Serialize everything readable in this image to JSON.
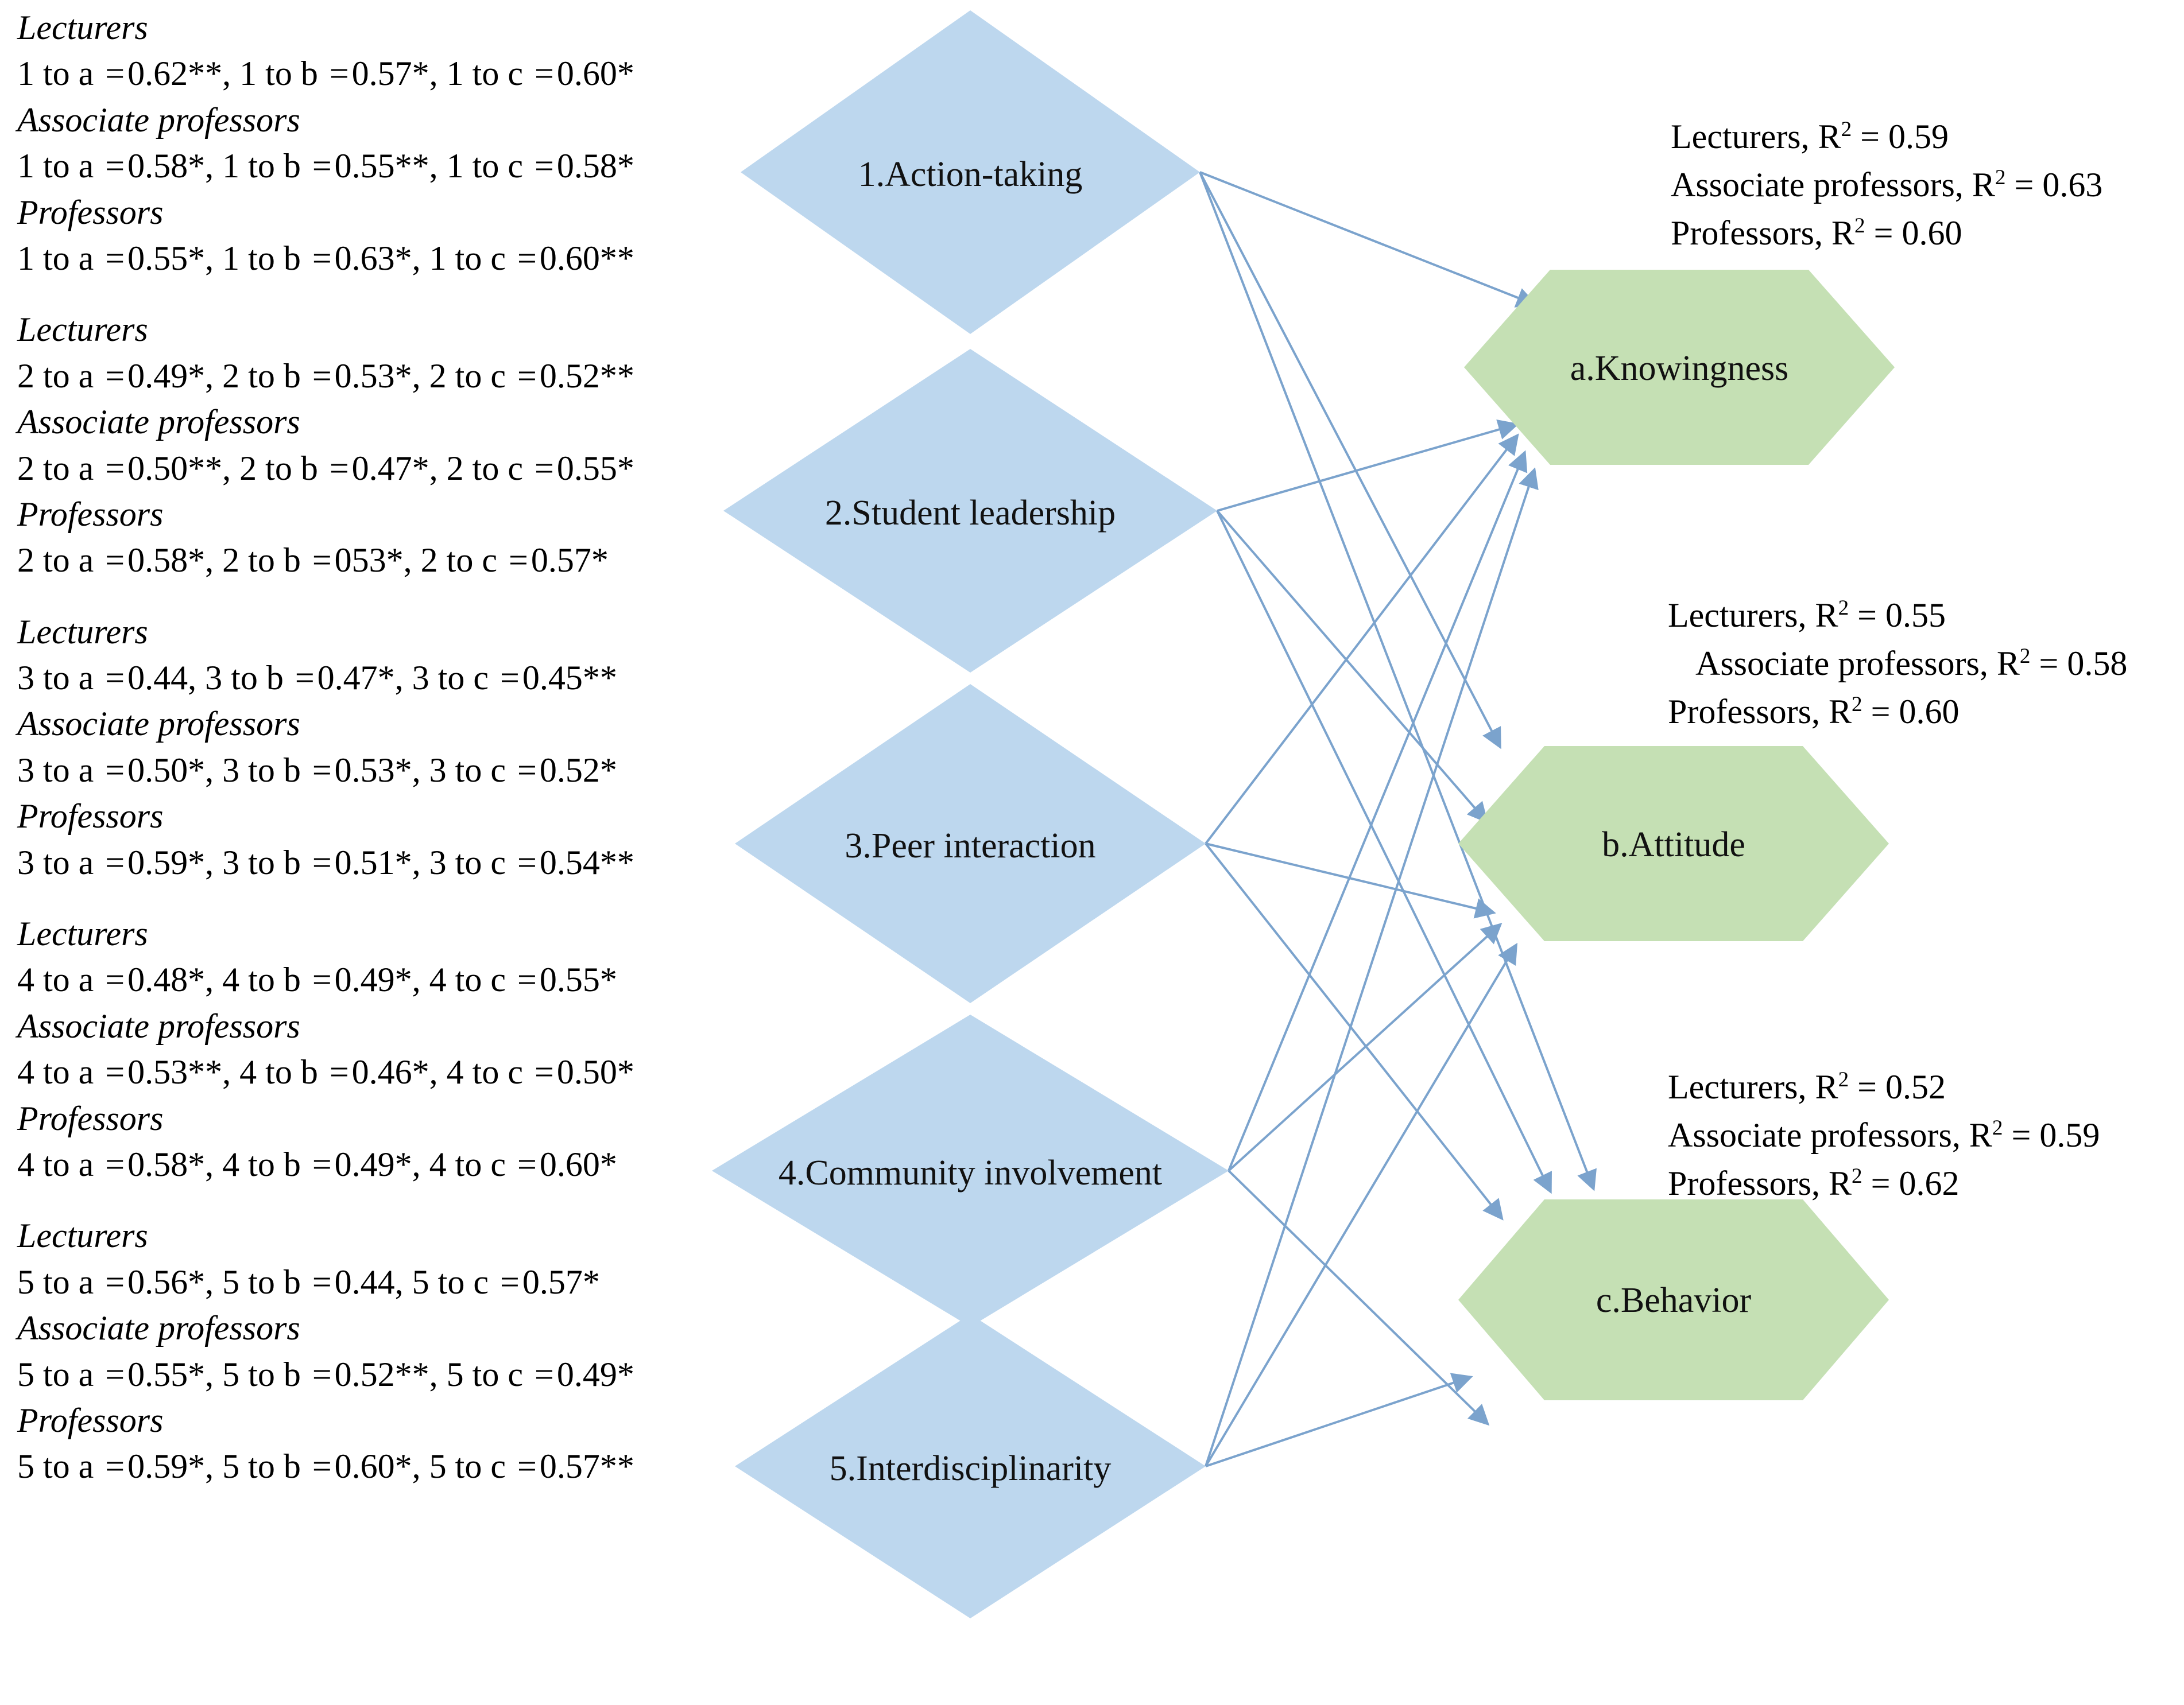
{
  "diagram": {
    "type": "path-model",
    "predictors": [
      {
        "id": "1",
        "label": "1.Action-taking"
      },
      {
        "id": "2",
        "label": "2.Student leadership"
      },
      {
        "id": "3",
        "label": "3.Peer interaction"
      },
      {
        "id": "4",
        "label": "4.Community involvement"
      },
      {
        "id": "5",
        "label": "5.Interdisciplinarity"
      }
    ],
    "outcomes": [
      {
        "id": "a",
        "label": "a.Knowingness"
      },
      {
        "id": "b",
        "label": "b.Attitude"
      },
      {
        "id": "c",
        "label": "c.Behavior"
      }
    ],
    "colors": {
      "predictor_fill": "#bdd7ee",
      "outcome_fill": "#c5e0b4",
      "arrow": "#7ba3cd",
      "text": "#111111",
      "background": "#ffffff"
    }
  },
  "path_coefficients": [
    {
      "predictor": "1",
      "groups": [
        {
          "role": "Lecturers",
          "text": "1 to a  = 0.62**, 1 to b  = 0.57*, 1 to c  = 0.60*"
        },
        {
          "role": "Associate professors",
          "text": "1 to a  = 0.58*, 1 to b  = 0.55**, 1 to c  = 0.58*"
        },
        {
          "role": "Professors",
          "text": "1 to a  = 0.55*, 1 to b  = 0.63*, 1 to c  = 0.60**"
        }
      ]
    },
    {
      "predictor": "2",
      "groups": [
        {
          "role": "Lecturers",
          "text": "2 to a  = 0.49*, 2 to b  = 0.53*, 2 to c  = 0.52**"
        },
        {
          "role": "Associate professors",
          "text": "2 to a  = 0.50**, 2 to b  = 0.47*, 2 to c  = 0.55*"
        },
        {
          "role": "Professors",
          "text": "2 to a  = 0.58*, 2 to b  = 053*, 2 to c  = 0.57*"
        }
      ]
    },
    {
      "predictor": "3",
      "groups": [
        {
          "role": "Lecturers",
          "text": "3 to a  = 0.44, 3 to b  = 0.47*, 3 to c  = 0.45**"
        },
        {
          "role": "Associate professors",
          "text": "3 to a  = 0.50*, 3 to b  = 0.53*, 3 to c  = 0.52*"
        },
        {
          "role": "Professors",
          "text": "3 to a  = 0.59*, 3 to b  = 0.51*, 3 to c  = 0.54**"
        }
      ]
    },
    {
      "predictor": "4",
      "groups": [
        {
          "role": "Lecturers",
          "text": "4 to a  = 0.48*, 4 to b  = 0.49*, 4 to c  = 0.55*"
        },
        {
          "role": "Associate professors",
          "text": "4 to a  = 0.53**, 4 to b  = 0.46*, 4 to c  = 0.50*"
        },
        {
          "role": "Professors",
          "text": "4 to a  = 0.58*, 4 to b  = 0.49*, 4 to c  = 0.60*"
        }
      ]
    },
    {
      "predictor": "5",
      "groups": [
        {
          "role": "Lecturers",
          "text": "5 to a  = 0.56*, 5 to b  = 0.44, 5 to c  = 0.57*"
        },
        {
          "role": "Associate professors",
          "text": "5 to a  = 0.55*, 5 to b  = 0.52**, 5 to c  = 0.49*"
        },
        {
          "role": "Professors",
          "text": "5 to a  = 0.59*, 5 to b  = 0.60*, 5 to c  = 0.57**"
        }
      ]
    }
  ],
  "r_squared": {
    "a": [
      {
        "role": "Lecturers",
        "value": "0.59"
      },
      {
        "role": "Associate professors",
        "value": "0.63"
      },
      {
        "role": "Professors",
        "value": "0.60"
      }
    ],
    "b": [
      {
        "role": "Lecturers",
        "value": "0.55"
      },
      {
        "role": "Associate professors",
        "value": "0.58"
      },
      {
        "role": "Professors",
        "value": "0.60"
      }
    ],
    "c": [
      {
        "role": "Lecturers",
        "value": "0.52"
      },
      {
        "role": "Associate professors",
        "value": "0.59"
      },
      {
        "role": "Professors",
        "value": "0.62"
      }
    ]
  }
}
